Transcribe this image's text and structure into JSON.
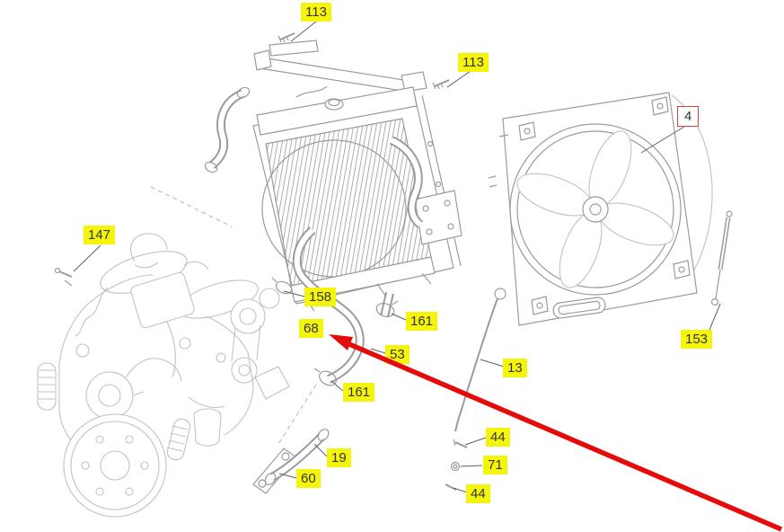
{
  "diagram": {
    "type": "exploded-parts-diagram",
    "description": "Exploded parts diagram of an engine cooling system: engine block (lower left), radiator with hoses and clamps (center), fan shroud with fan (right), dipstick and fasteners",
    "colors": {
      "label_highlight": "#f5f50c",
      "label_text": "#333333",
      "boxed_label_border": "#cf4a30",
      "arrow": "#e60b0b",
      "line_art_dark": "#9b9b9b",
      "line_art_light": "#c2c2c2"
    },
    "red_arrow": {
      "color": "#e60b0b",
      "points_to_label": "68"
    }
  },
  "labels": [
    {
      "text": "113",
      "style": "highlight"
    },
    {
      "text": "113",
      "style": "highlight"
    },
    {
      "text": "4",
      "style": "boxed"
    },
    {
      "text": "147",
      "style": "highlight"
    },
    {
      "text": "158",
      "style": "highlight"
    },
    {
      "text": "68",
      "style": "highlight"
    },
    {
      "text": "161",
      "style": "highlight"
    },
    {
      "text": "53",
      "style": "highlight"
    },
    {
      "text": "161",
      "style": "highlight"
    },
    {
      "text": "13",
      "style": "highlight"
    },
    {
      "text": "19",
      "style": "highlight"
    },
    {
      "text": "60",
      "style": "highlight"
    },
    {
      "text": "44",
      "style": "highlight"
    },
    {
      "text": "71",
      "style": "highlight"
    },
    {
      "text": "44",
      "style": "highlight"
    },
    {
      "text": "153",
      "style": "highlight"
    }
  ]
}
